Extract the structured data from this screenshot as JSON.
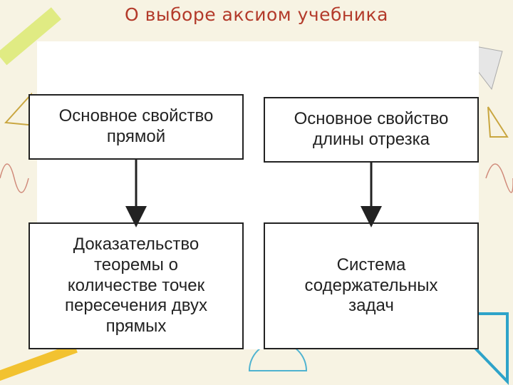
{
  "title": "О выборе аксиом учебника",
  "boxes": {
    "top_left": "Основное свойство\nпрямой",
    "top_right": "Основное свойство\nдлины отрезка",
    "bottom_left": "Доказательство\nтеоремы о\nколичестве точек\nпересечения двух\nпрямых",
    "bottom_right": "Система\nсодержательных\nзадач"
  },
  "colors": {
    "title": "#b33a2a",
    "background": "#f7f3e3",
    "box_border": "#222222"
  }
}
